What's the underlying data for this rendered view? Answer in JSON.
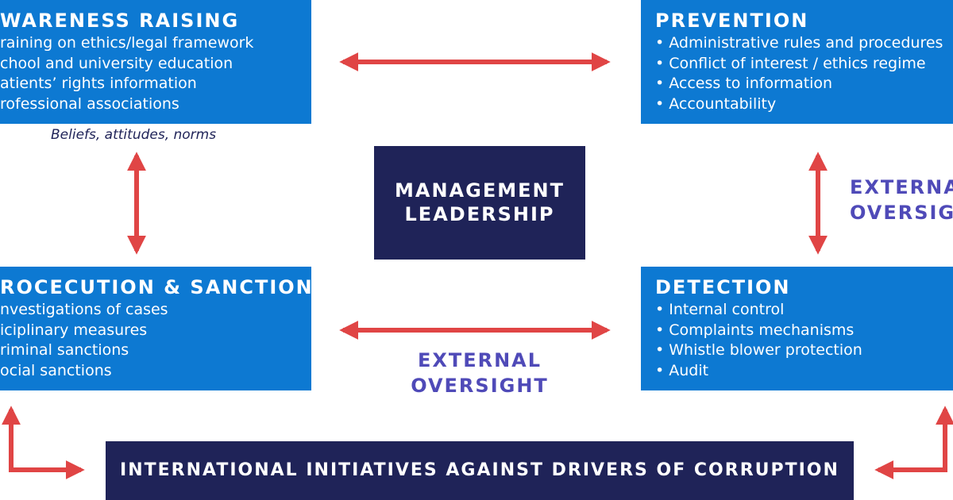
{
  "boxes": {
    "awareness": {
      "title": "WARENESS RAISING",
      "items": [
        "raining on ethics/legal framework",
        "chool and university education",
        "atients’ rights information",
        "rofessional associations"
      ],
      "caption": "Beliefs, attitudes, norms"
    },
    "prevention": {
      "title": "PREVENTION",
      "items": [
        "• Administrative rules and procedures",
        "• Conflict of interest / ethics regime",
        "• Access to information",
        "• Accountability"
      ]
    },
    "prosecution": {
      "title": "ROCECUTION & SANCTIONS",
      "items": [
        "nvestigations of cases",
        "iciplinary measures",
        "riminal sanctions",
        "ocial sanctions"
      ]
    },
    "detection": {
      "title": "DETECTION",
      "items": [
        "• Internal control",
        "• Complaints mechanisms",
        "• Whistle blower protection",
        "• Audit"
      ]
    }
  },
  "management": {
    "line1": "MANAGEMENT",
    "line2": "LEADERSHIP"
  },
  "external_oversight_center": {
    "line1": "EXTERNAL",
    "line2": "OVERSIGHT"
  },
  "external_oversight_right": {
    "line1": "EXTERNA",
    "line2": "OVERSIGH"
  },
  "international": {
    "label": "INTERNATIONAL INITIATIVES AGAINST DRIVERS OF CORRUPTION"
  },
  "colors": {
    "box_blue": "#0d79d2",
    "dark_navy": "#1f2358",
    "arrow_red": "#e04545",
    "oversight_purple": "#4f4ab8"
  }
}
